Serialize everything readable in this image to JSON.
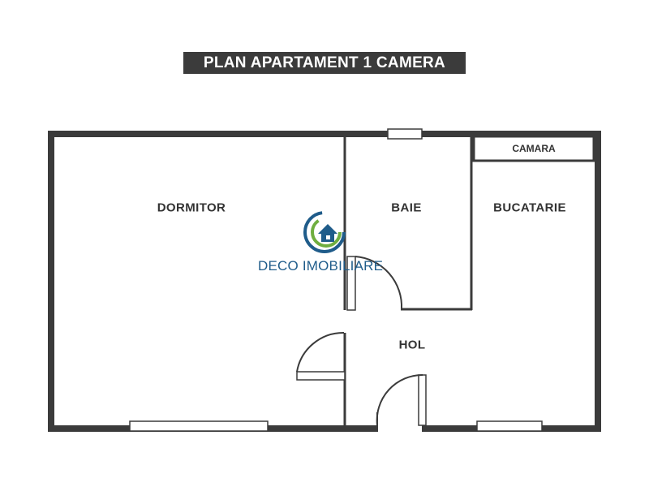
{
  "title": "PLAN APARTAMENT 1 CAMERA",
  "rooms": {
    "dormitor": "DORMITOR",
    "baie": "BAIE",
    "bucatarie": "BUCATARIE",
    "camara": "CAMARA",
    "hol": "HOL"
  },
  "logo": {
    "name": "DECO IMOBILIARE",
    "icon": "house-swirl-logo-icon"
  },
  "colors": {
    "wall": "#3b3b3b",
    "title_bg": "#3b3b3b",
    "logo_blue": "#1f5c8a",
    "logo_green": "#6fae3f"
  }
}
